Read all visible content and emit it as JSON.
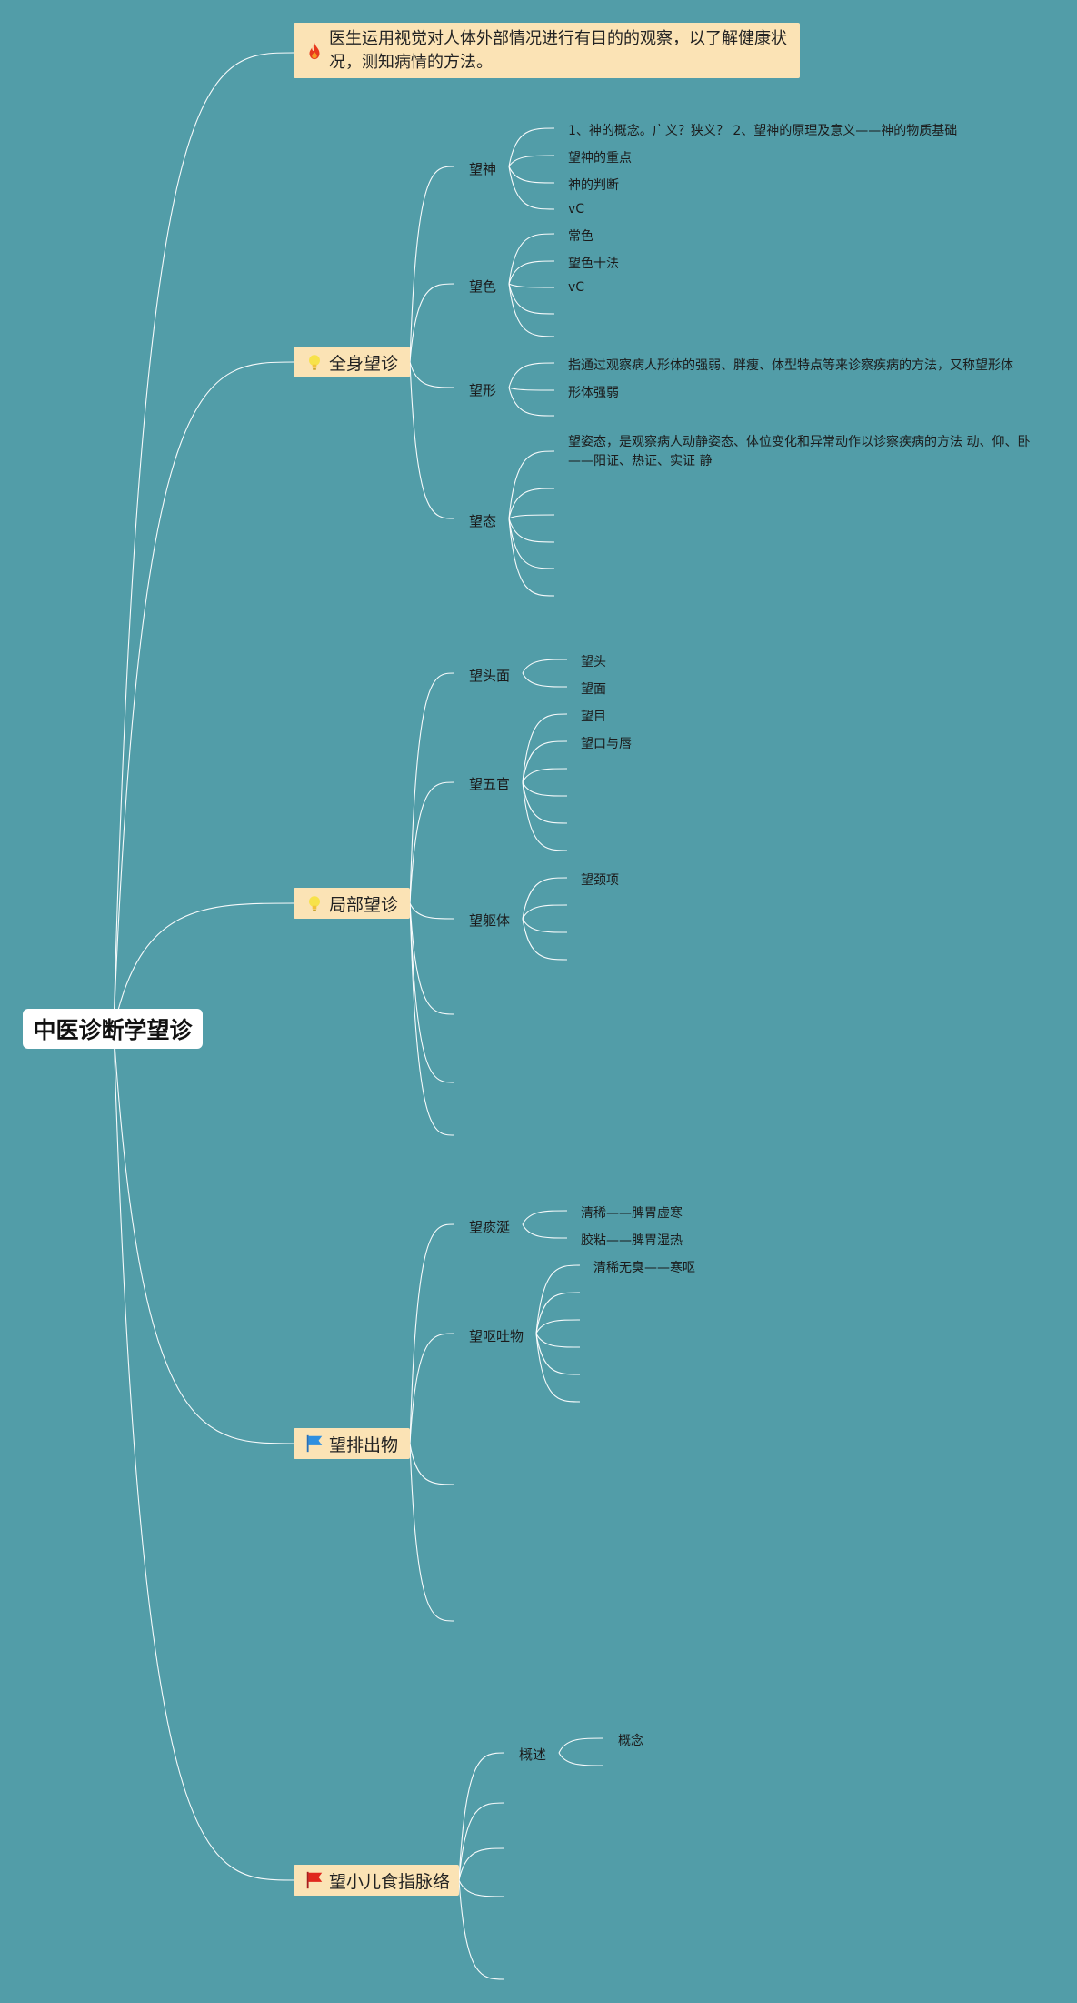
{
  "root": "中医诊断学望诊",
  "definition": "医生运用视觉对人体外部情况进行有目的的观察，以了解健康状况，测知病情的方法。",
  "sections": [
    {
      "label": "全身望诊",
      "icon": "lightbulb-icon"
    },
    {
      "label": "局部望诊",
      "icon": "lightbulb-icon"
    },
    {
      "label": "望排出物",
      "icon": "blue-flag-icon"
    },
    {
      "label": "望小儿食指脉络",
      "icon": "red-flag-icon"
    }
  ],
  "level2": {
    "wangshen": "望神",
    "wangse": "望色",
    "wangxing": "望形",
    "wangtai": "望态",
    "wangtoumian": "望头面",
    "wangwuguan": "望五官",
    "wangqugan": "望躯体",
    "wangtanxian": "望痰涎",
    "wangoutuwu": "望呕吐物",
    "gaishu": "概述"
  },
  "level3": {
    "shen1": "1、神的概念。广义？狭义？ 2、望神的原理及意义——神的物质基础",
    "shen2": "望神的重点",
    "shen3": "神的判断",
    "shen4": "vC",
    "se1": "常色",
    "se2": "望色十法",
    "se3": "vC",
    "xing1": "指通过观察病人形体的强弱、胖瘦、体型特点等来诊察疾病的方法，又称望形体",
    "xing2": "形体强弱",
    "tai1": "望姿态，是观察病人动静姿态、体位变化和异常动作以诊察疾病的方法 动、仰、卧——阳证、热证、实证 静",
    "tou1": "望头",
    "tou2": "望面",
    "wg1": "望目",
    "wg2": "望口与唇",
    "qg1": "望颈项",
    "tx1": "清稀——脾胃虚寒",
    "tx2": "胶粘——脾胃湿热",
    "ot1": "清稀无臭——寒呕",
    "gs1": "概念"
  },
  "colors": {
    "background": "#529da8",
    "section_fill": "#fbe3b5",
    "line": "#ffffff"
  }
}
